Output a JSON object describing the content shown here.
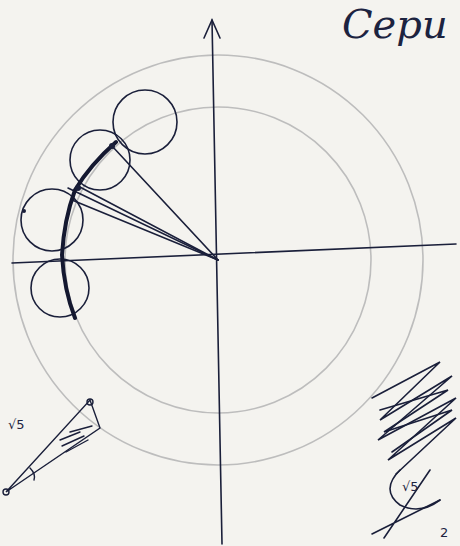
{
  "diagram": {
    "labels": [
      "Cepu",
      "√5",
      "√5",
      "2"
    ]
  }
}
